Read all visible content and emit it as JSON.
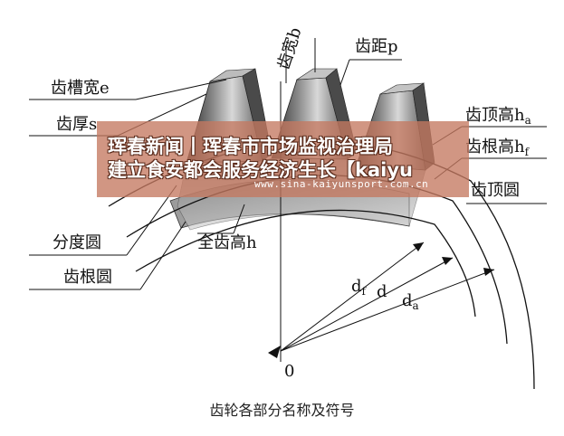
{
  "labels": {
    "tooth_width": "齿宽b",
    "pitch": "齿距p",
    "space_width": "齿槽宽e",
    "tooth_thickness": "齿厚s",
    "addendum": "齿顶高h",
    "addendum_sub": "a",
    "dedendum": "齿根高h",
    "dedendum_sub": "f",
    "tip_circle": "齿顶圆",
    "pitch_circle": "分度圆",
    "root_circle": "齿根圆",
    "whole_depth": "全齿高h",
    "root_diameter": "d",
    "root_diameter_sub": "f",
    "pitch_diameter": "d",
    "tip_diameter": "d",
    "tip_diameter_sub": "a",
    "origin": "0"
  },
  "banner": {
    "line1": "珲春新闻丨珲春市市场监视治理局",
    "line2": "建立食安都会服务经济生长【kaiyu",
    "url": "www.sina-kaiyunsport.com.cn"
  },
  "caption": "齿轮各部分名称及符号"
}
